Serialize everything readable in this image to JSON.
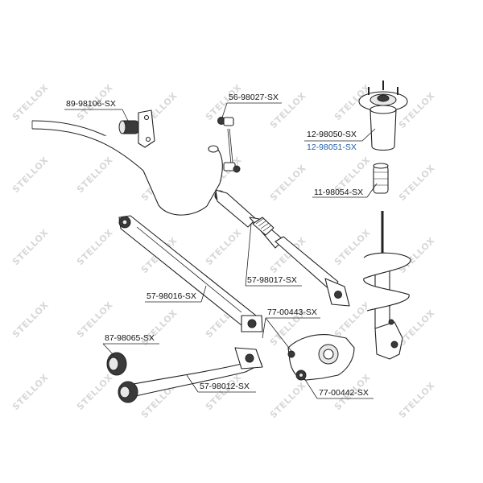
{
  "watermark": "STELLOX",
  "labels": {
    "p1": "89-98106-SX",
    "p2": "56-98027-SX",
    "p3": "12-98050-SX",
    "p4": "12-98051-SX",
    "p5": "11-98054-SX",
    "p6": "57-98017-SX",
    "p7": "57-98016-SX",
    "p8": "77-00443-SX",
    "p9": "87-98065-SX",
    "p10": "57-98012-SX",
    "p11": "77-00442-SX"
  },
  "colors": {
    "text": "#111111",
    "accent_label": "#1f5fa8",
    "watermark": "#d8d8d8"
  }
}
